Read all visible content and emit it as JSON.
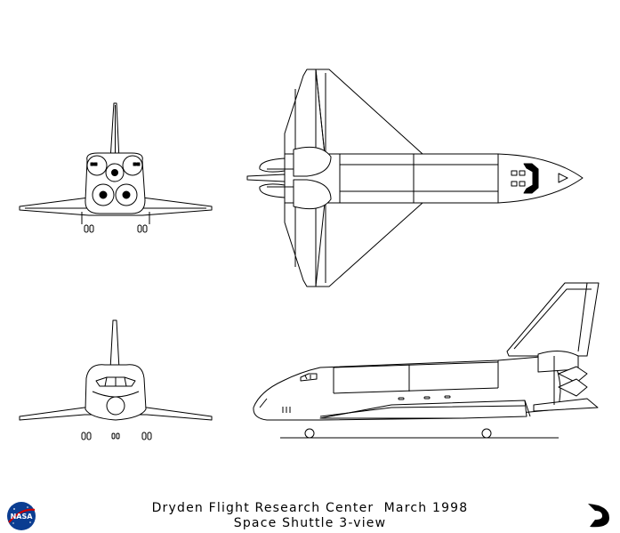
{
  "caption": {
    "line1": "Dryden Flight Research Center  March 1998",
    "line2": "Space Shuttle 3-view"
  },
  "logos": {
    "left": {
      "icon": "nasa-meatball-icon",
      "text": "NASA"
    },
    "right": {
      "icon": "dryden-logo-icon"
    }
  },
  "colors": {
    "line": "#000000",
    "background": "#ffffff",
    "nasa_blue": "#0b3d91"
  }
}
